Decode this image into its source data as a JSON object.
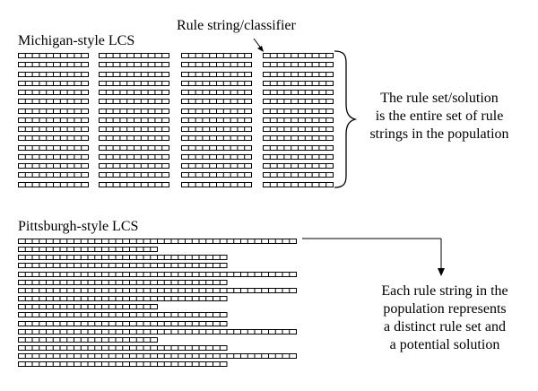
{
  "michigan": {
    "title": "Michigan-style LCS",
    "pointer_label": "Rule string/classifier",
    "columns": 4,
    "rows": 15,
    "cells_per_rule": 10,
    "note_lines": [
      "The rule set/solution",
      "is the entire set of rule",
      "strings in the population"
    ]
  },
  "pittsburgh": {
    "title": "Pittsburgh-style LCS",
    "rows": 16,
    "rule_counts": [
      4,
      2,
      3,
      3,
      4,
      3,
      4,
      3,
      2,
      3,
      3,
      4,
      2,
      3,
      4,
      3
    ],
    "cells_per_rule": 10,
    "note_lines": [
      "Each rule string in the",
      "population represents",
      "a distinct rule set and",
      "a potential solution"
    ]
  }
}
